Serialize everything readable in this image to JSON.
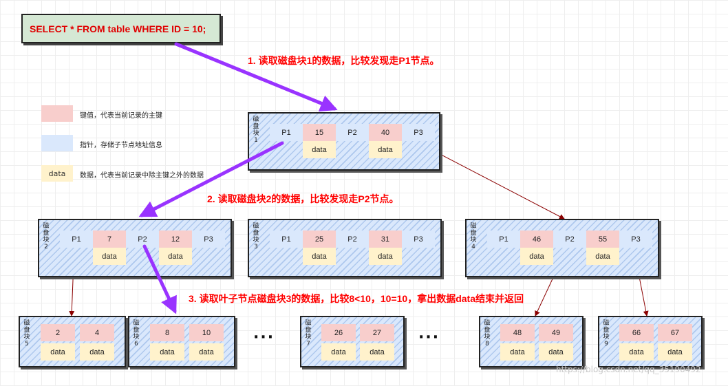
{
  "sql": "SELECT *  FROM table WHERE ID = 10;",
  "steps": [
    "1. 读取磁盘块1的数据，比较发现走P1节点。",
    "2. 读取磁盘块2的数据，比较发现走P2节点。",
    "3. 读取叶子节点磁盘块3的数据，比较8<10，10=10，拿出数据data结束并返回"
  ],
  "legend": {
    "key_text": "键值，代表当前记录的主键",
    "ptr_text": "指针，存储子节点地址信息",
    "data_sample": "data",
    "data_text": "数据，代表当前记录中除主键之外的数据"
  },
  "labels": {
    "ptr1": "P1",
    "ptr2": "P2",
    "ptr3": "P3",
    "data": "data"
  },
  "blocks": {
    "b1": {
      "label": "磁盘块1",
      "keys": [
        "15",
        "40"
      ]
    },
    "b2": {
      "label": "磁盘块2",
      "keys": [
        "7",
        "12"
      ]
    },
    "b3": {
      "label": "磁盘块3",
      "keys": [
        "25",
        "31"
      ]
    },
    "b4": {
      "label": "磁盘块4",
      "keys": [
        "46",
        "55"
      ]
    },
    "b5": {
      "label": "磁盘块5",
      "keys": [
        "2",
        "4"
      ]
    },
    "b6": {
      "label": "磁盘块6",
      "keys": [
        "8",
        "10"
      ]
    },
    "b7": {
      "label": "磁盘块7",
      "keys": [
        "26",
        "27"
      ]
    },
    "b8": {
      "label": "磁盘块8",
      "keys": [
        "48",
        "49"
      ]
    },
    "b9": {
      "label": "磁盘块9",
      "keys": [
        "66",
        "67"
      ]
    }
  },
  "ellipsis": "···",
  "watermark": "https://blog.csdn.net/qq_35190492",
  "colors": {
    "key": "#f8cecc",
    "pointer": "#dae8fc",
    "data": "#fff2cc",
    "arrow_path": "#9933ff",
    "arrow_link": "#8b0000",
    "step_text": "#ff0000",
    "sql_text": "#e00000",
    "sql_bg": "#d5e8d4"
  }
}
